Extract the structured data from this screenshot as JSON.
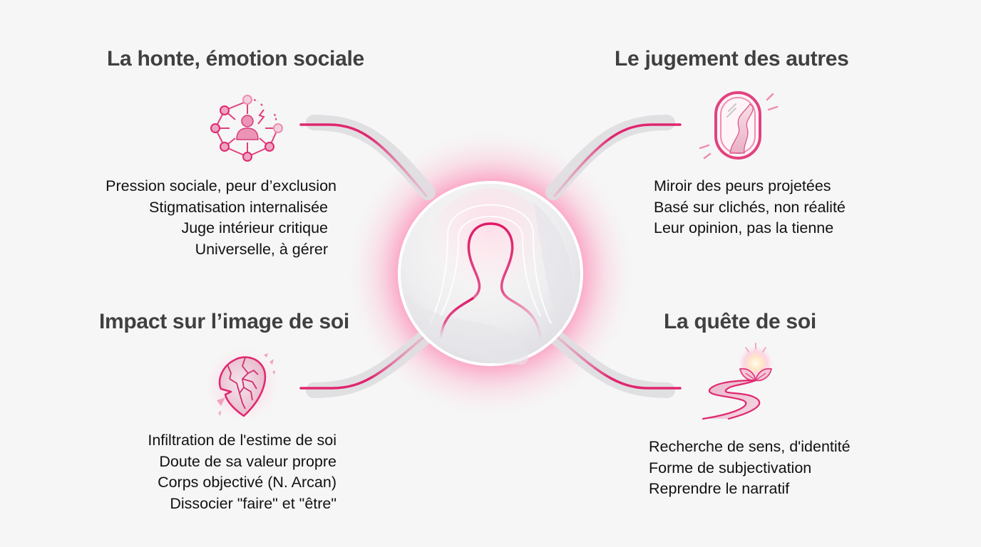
{
  "diagram": {
    "type": "mind-map",
    "center": {
      "icon": "person-silhouette-icon",
      "label": ""
    },
    "colors": {
      "background": "#f6f6f6",
      "accent": "#e0266f",
      "accent_light": "#f4a6c4",
      "title_text": "#404040",
      "body_text": "#111111",
      "connector_shadow": "#dcdcde"
    },
    "quadrants": {
      "top_left": {
        "title": "La honte, émotion sociale",
        "icon": "social-network-icon",
        "bullets": [
          "Pression sociale, peur d’exclusion",
          "Stigmatisation internalisée",
          "Juge intérieur critique",
          "Universelle, à gérer"
        ]
      },
      "top_right": {
        "title": "Le jugement des autres",
        "icon": "distorted-mirror-icon",
        "bullets": [
          "Miroir des peurs projetées",
          "Basé sur clichés, non réalité",
          "Leur opinion, pas la tienne"
        ]
      },
      "bottom_left": {
        "title": "Impact sur l’image de soi",
        "icon": "cracked-shield-icon",
        "bullets": [
          "Infiltration de l'estime de soi",
          "Doute de sa valeur propre",
          "Corps objectivé (N. Arcan)",
          "Dissocier \"faire\" et \"être\""
        ]
      },
      "bottom_right": {
        "title": "La quête de soi",
        "icon": "winding-path-lotus-icon",
        "bullets": [
          "Recherche de sens, d'identité",
          "Forme de subjectivation",
          "Reprendre le narratif"
        ]
      }
    }
  }
}
